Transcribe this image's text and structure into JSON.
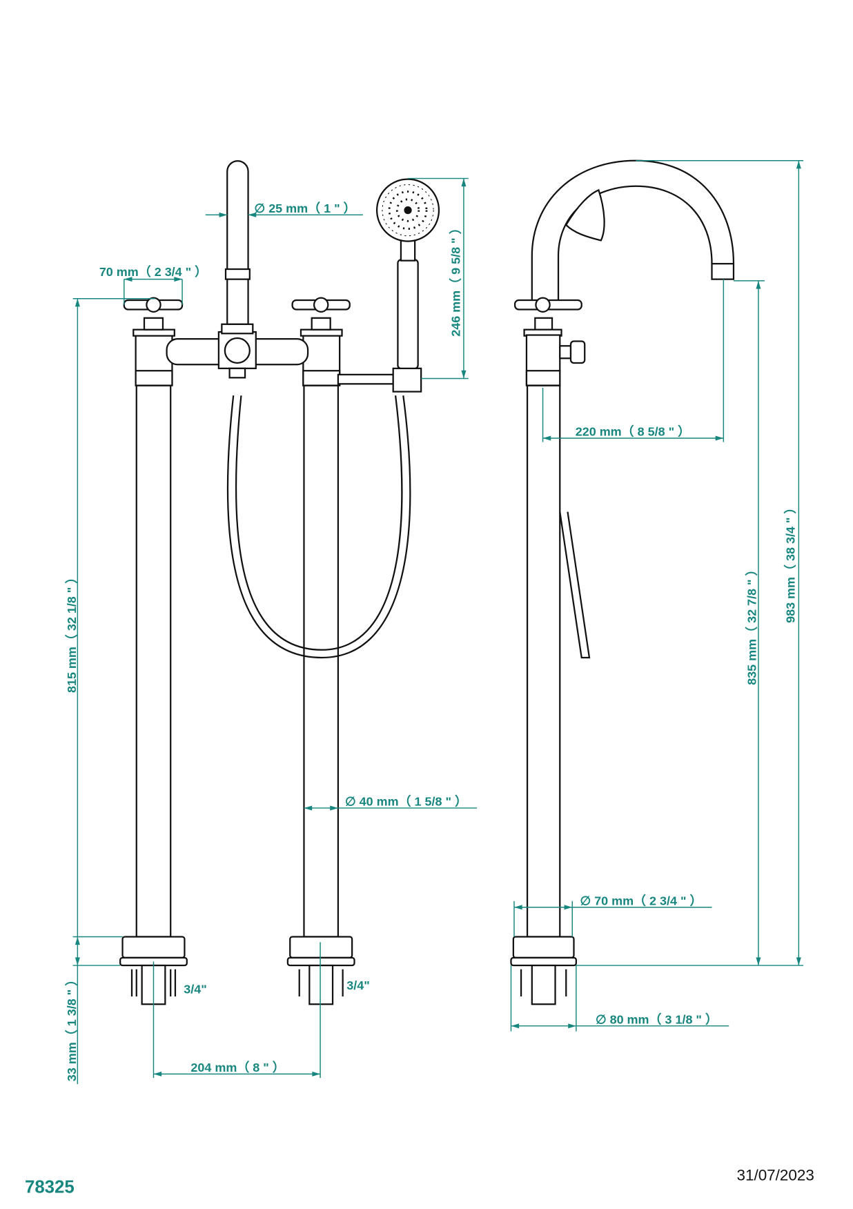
{
  "drawing": {
    "product_code": "78325",
    "date": "31/07/2023",
    "accent_color": "#17867f",
    "dimensions": {
      "spout_diameter": "∅ 25 mm（ 1 \" ）",
      "handle_width": "70 mm（ 2 3/4 \" ）",
      "height_to_handle": "815 mm（ 32 1/8 \" ）",
      "base_height": "33 mm（ 1 3/8 \" ）",
      "centers": "204 mm（ 8 \" ）",
      "connection_left": "3/4\"",
      "connection_right": "3/4\"",
      "hand_shower_length": "246 mm（ 9 5/8 \" ）",
      "column_diameter": "∅ 40 mm（ 1 5/8 \" ）",
      "spout_reach": "220 mm（ 8 5/8 \" ）",
      "spout_outlet_height": "835 mm（ 32 7/8 \" ）",
      "total_height": "983 mm（ 38 3/4 \" ）",
      "flange_diameter": "∅ 70 mm（ 2 3/4 \" ）",
      "base_diameter": "∅ 80 mm（ 3 1/8 \" ）"
    }
  }
}
